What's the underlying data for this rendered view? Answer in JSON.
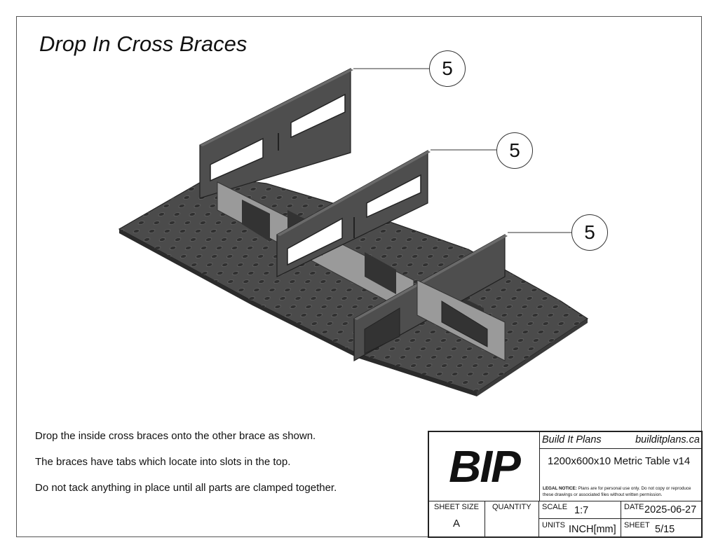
{
  "page": {
    "title": "Drop In Cross Braces"
  },
  "notes": [
    "Drop the inside cross braces onto the other brace as shown.",
    "The braces have tabs which locate into slots in the top.",
    "Do not tack anything in place until all parts are clamped together."
  ],
  "drawing": {
    "description": "Isometric view of perforated table top with three cross braces",
    "balloons": [
      {
        "label": "5"
      },
      {
        "label": "5"
      },
      {
        "label": "5"
      }
    ],
    "colors": {
      "part_fill": "#4a4a4a",
      "part_dark": "#2e2e2e",
      "part_light": "#8a8a8a",
      "hole": "#3a3a3a"
    }
  },
  "title_block": {
    "logo": "BIP",
    "company": "Build It Plans",
    "website": "builditplans.ca",
    "project": "1200x600x10 Metric Table v14",
    "legal_label": "LEGAL NOTICE:",
    "legal_text": " Plans are for personal use only. Do not copy or reproduce these drawings or associated files without written permission.",
    "sheet_size_label": "SHEET SIZE",
    "sheet_size": "A",
    "quantity_label": "QUANTITY",
    "quantity": "",
    "scale_label": "SCALE",
    "scale": "1:7",
    "date_label": "DATE",
    "date": "2025-06-27",
    "units_label": "UNITS",
    "units": "INCH[mm]",
    "sheet_label": "SHEET",
    "sheet": "5/15"
  }
}
